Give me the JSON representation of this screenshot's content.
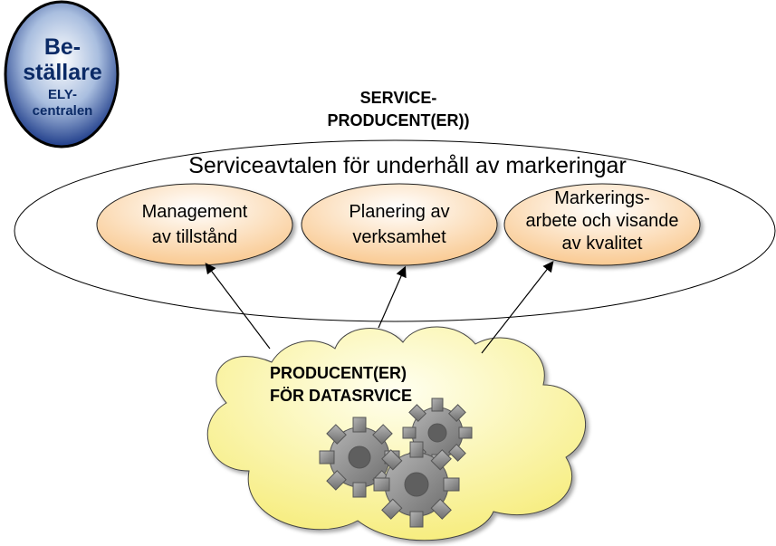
{
  "orderer": {
    "title": "Be-\nställare",
    "subtitle": "ELY-\ncentralen",
    "colors": {
      "center": "#ffffff",
      "edge": "#1f3d8a",
      "text": "#0b2a66"
    }
  },
  "service_producer": {
    "title": "SERVICE-\nPRODUCENT(ER))",
    "agreement_label": "Serviceavtalen för underhåll av markeringar",
    "tasks": [
      {
        "label": "Management\nav tillstånd"
      },
      {
        "label": "Planering av\nverksamhet"
      },
      {
        "label": "Markerings-\narbete och visande\nav kvalitet"
      }
    ],
    "task_colors": {
      "light": "#ffffff",
      "dark": "#f9c68a",
      "border": "#222222"
    }
  },
  "data_producer": {
    "title": "PRODUCENT(ER)\nFÖR DATASRVICE",
    "icon": "gears-icon",
    "colors": {
      "light": "#fffff0",
      "dark": "#f8f08a",
      "gear": "#8a8a8a"
    }
  }
}
